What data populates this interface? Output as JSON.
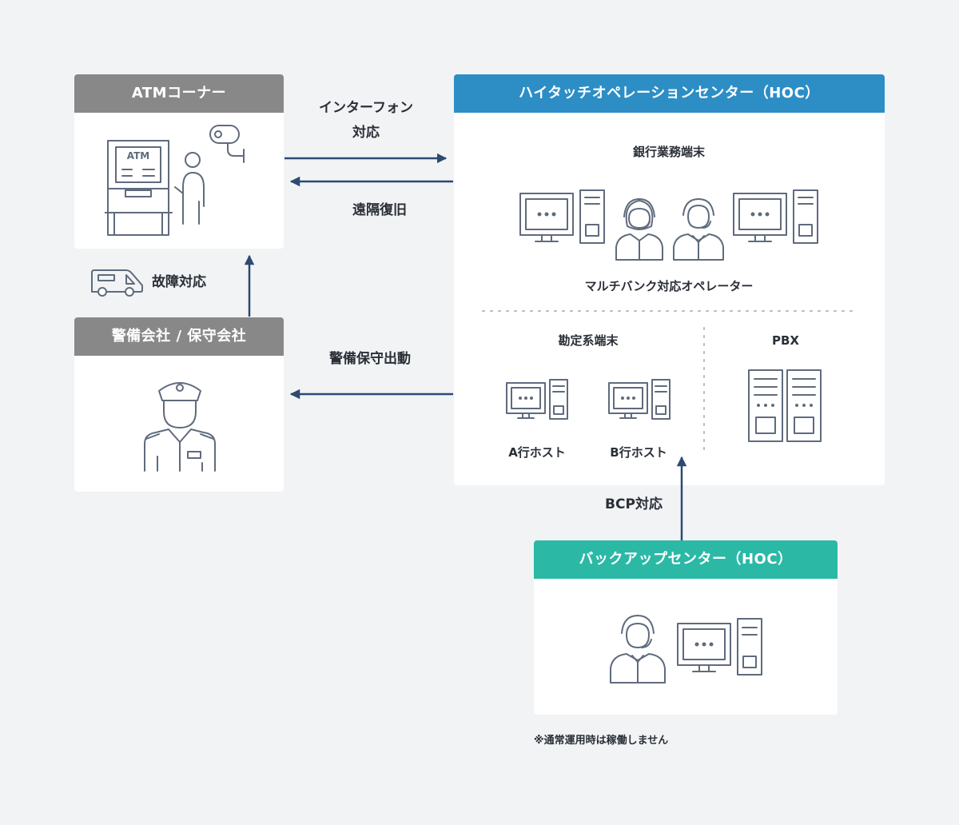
{
  "cards": {
    "atm_corner": {
      "title": "ATMコーナー"
    },
    "security_company": {
      "title": "警備会社 / 保守会社"
    },
    "hoc": {
      "title": "ハイタッチオペレーションセンター（HOC）",
      "bank_terminal_label": "銀行業務端末",
      "operator_label": "マルチバンク対応オペレーター",
      "accounting_terminal_label": "勘定系端末",
      "pbx_label": "PBX",
      "host_a_label": "A行ホスト",
      "host_b_label": "B行ホスト"
    },
    "backup_center": {
      "title": "バックアップセンター（HOC）"
    }
  },
  "atm_screen_text": "ATM",
  "arrows": {
    "intercom": "インターフォン\n対応",
    "remote_recovery": "遠隔復旧",
    "failure_response": "故障対応",
    "security_dispatch": "警備保守出動",
    "bcp": "BCP対応"
  },
  "footnote": "※通常運用時は稼働しません",
  "colors": {
    "background": "#f2f3f5",
    "header_gray": "#888888",
    "header_blue": "#2d8ec6",
    "header_teal": "#2bb9a6",
    "arrow": "#2c4a73",
    "icon_stroke": "#5f6b7d"
  }
}
